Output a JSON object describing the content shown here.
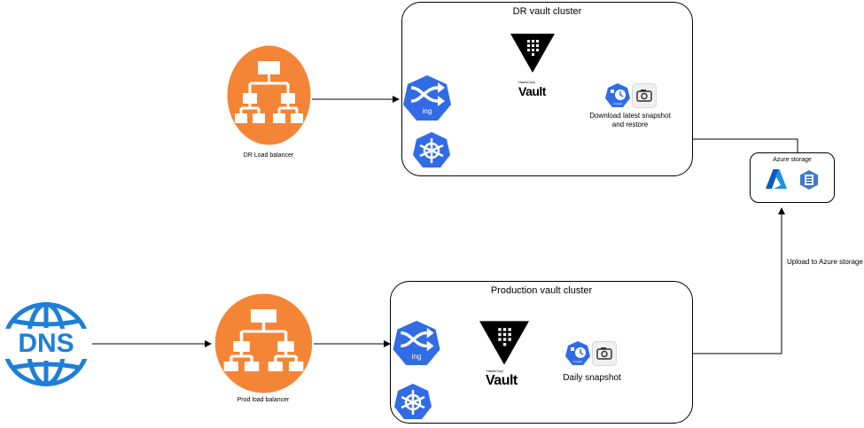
{
  "clusters": {
    "dr": {
      "title": "DR vault cluster",
      "restore_caption": "Download latest snapshot\nand restore"
    },
    "prod": {
      "title": "Production vault cluster",
      "snapshot_caption": "Daily snapshot"
    }
  },
  "load_balancers": {
    "dr": "DR Load balancer",
    "prod": "Prod load balancer"
  },
  "storage": {
    "title": "Azure storage",
    "upload_caption": "Upload to Azure storage"
  },
  "dns": {
    "label": "DNS"
  },
  "vault": {
    "brand": "HashiCorp",
    "name": "Vault"
  },
  "ingress": {
    "label": "ing"
  },
  "cronjob": {
    "label": "cronjob"
  },
  "icons": [
    "load-balancer-icon",
    "dns-globe-icon",
    "ingress-icon",
    "kubernetes-icon",
    "vault-logo-icon",
    "cronjob-icon",
    "snapshot-camera-icon",
    "azure-logo-icon",
    "azure-blob-storage-icon"
  ],
  "colors": {
    "aws_orange": "#F58536",
    "k8s_blue": "#326CE5",
    "azure_blue": "#0078D4",
    "dns_blue": "#1D7FD7",
    "vault_black": "#000000"
  }
}
